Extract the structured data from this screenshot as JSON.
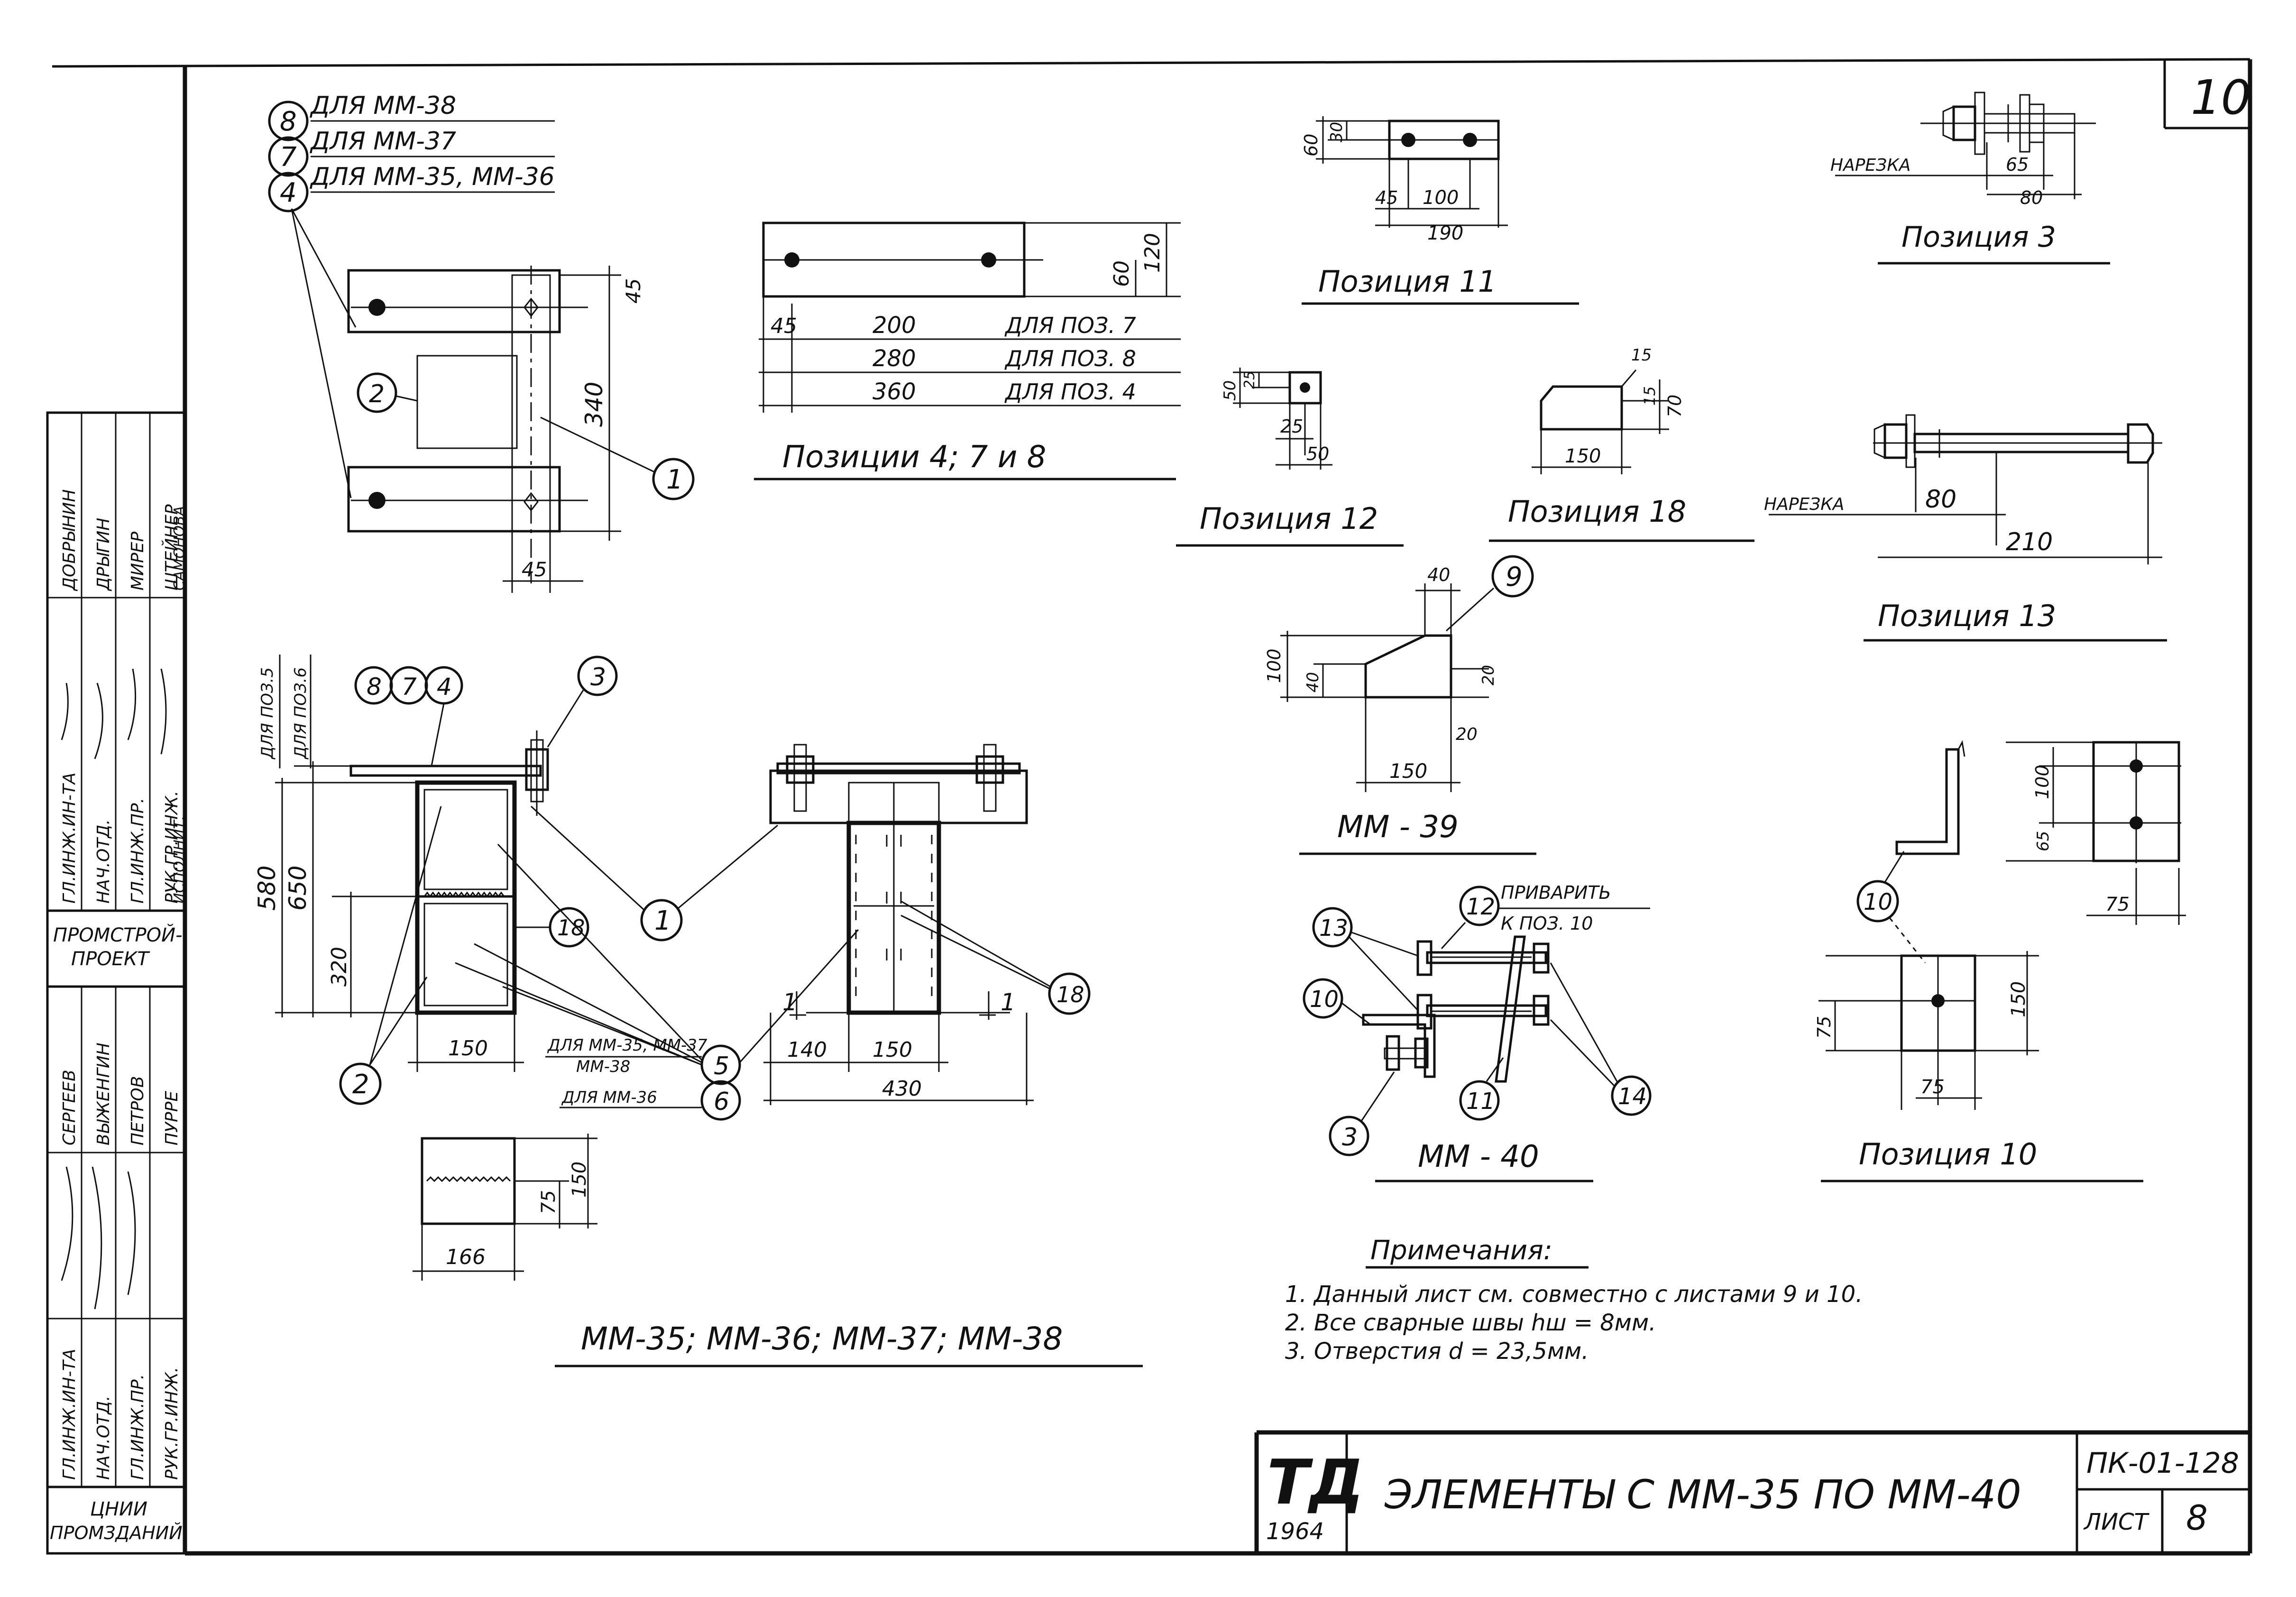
{
  "sheet": {
    "page_number": "10",
    "title": "ЭЛЕМЕНТЫ С ММ-35 ПО ММ-40",
    "code": "ПК-01-128",
    "list_label": "ЛИСТ",
    "list_number": "8",
    "logo_text": "ТД",
    "year": "1964"
  },
  "stamp_upper": {
    "org": [
      "ПРОМСТРОЙ-",
      "ПРОЕКТ"
    ],
    "roles": [
      "ГЛ.ИНЖ.ИН-ТА",
      "НАЧ.ОТД.",
      "ГЛ.ИНЖ.ПР.",
      "РУК.ГР.ИНЖ.",
      "ИСПОЛНИТ."
    ],
    "names": [
      "ДОБРЫНИН",
      "ДРЫГИН",
      "МИРЕР",
      "ШТЕЙНЕР",
      "САМОНОВА"
    ]
  },
  "stamp_lower": {
    "org": [
      "ЦНИИ",
      "ПРОМЗДАНИЙ"
    ],
    "roles": [
      "ГЛ.ИНЖ.ИН-ТА",
      "НАЧ.ОТД.",
      "ГЛ.ИНЖ.ПР.",
      "РУК.ГР.ИНЖ."
    ],
    "names": [
      "СЕРГЕЕВ",
      "ВЫЖЕНГИН",
      "ПЕТРОВ",
      "ПУРРЕ"
    ]
  },
  "legend_top": [
    {
      "num": "8",
      "text": "ДЛЯ ММ-38"
    },
    {
      "num": "7",
      "text": "ДЛЯ ММ-37"
    },
    {
      "num": "4",
      "text": "ДЛЯ ММ-35, ММ-36"
    }
  ],
  "top_plate": {
    "callouts": [
      "2",
      "1"
    ],
    "dims": [
      "45",
      "340",
      "45"
    ]
  },
  "positions_478": {
    "caption": "Позиции 4; 7 и 8",
    "dims_v": [
      "60",
      "120"
    ],
    "rows": [
      {
        "a": "45",
        "b": "200",
        "note": "ДЛЯ ПОЗ. 7"
      },
      {
        "b": "280",
        "note": "ДЛЯ ПОЗ. 8"
      },
      {
        "b": "360",
        "note": "ДЛЯ ПОЗ. 4"
      }
    ]
  },
  "pos11": {
    "caption": "Позиция 11",
    "dims": [
      "60",
      "30",
      "45",
      "100",
      "190"
    ]
  },
  "pos3": {
    "caption": "Позиция 3",
    "label": "НАРЕЗКА",
    "dims": [
      "65",
      "80"
    ]
  },
  "pos12": {
    "caption": "Позиция 12",
    "dims": [
      "50",
      "25",
      "25",
      "50"
    ]
  },
  "pos18": {
    "caption": "Позиция 18",
    "dims": [
      "15",
      "15",
      "70",
      "150"
    ]
  },
  "pos13": {
    "caption": "Позиция 13",
    "label": "НАРЕЗКА",
    "dims": [
      "80",
      "210"
    ]
  },
  "mm39": {
    "caption": "ММ - 39",
    "callout": "9",
    "dims": [
      "40",
      "100",
      "40",
      "20",
      "20",
      "150"
    ]
  },
  "mm40": {
    "caption": "ММ - 40",
    "weld_note": [
      "ПРИВАРИТЬ",
      "К ПОЗ. 10"
    ],
    "callouts": [
      "13",
      "12",
      "10",
      "3",
      "11",
      "14"
    ]
  },
  "pos10": {
    "caption": "Позиция 10",
    "callout": "10",
    "dims": [
      "100",
      "65",
      "75",
      "150",
      "75",
      "75"
    ]
  },
  "main_side": {
    "callouts_top": [
      "8",
      "7",
      "4"
    ],
    "callout_bolt": "3",
    "vlabels": [
      "ДЛЯ ПОЗ.5",
      "ДЛЯ ПОЗ.6"
    ],
    "dims": [
      "580",
      "650",
      "320",
      "150"
    ],
    "callouts": [
      "18",
      "1",
      "2",
      "5",
      "6"
    ],
    "notes": [
      "ДЛЯ ММ-35, ММ-37",
      "ММ-38",
      "ДЛЯ ММ-36"
    ]
  },
  "main_front": {
    "dims": [
      "140",
      "150",
      "430"
    ],
    "section": [
      "1",
      "1"
    ],
    "callout": "18"
  },
  "small_plate": {
    "dims": [
      "75",
      "150",
      "166"
    ]
  },
  "main_caption": "ММ-35; ММ-36; ММ-37; ММ-38",
  "notes": {
    "heading": "Примечания:",
    "items": [
      "1. Данный лист см. совместно с листами 9 и 10.",
      "2. Все сварные швы hш = 8мм.",
      "3. Отверстия d = 23,5мм."
    ]
  }
}
